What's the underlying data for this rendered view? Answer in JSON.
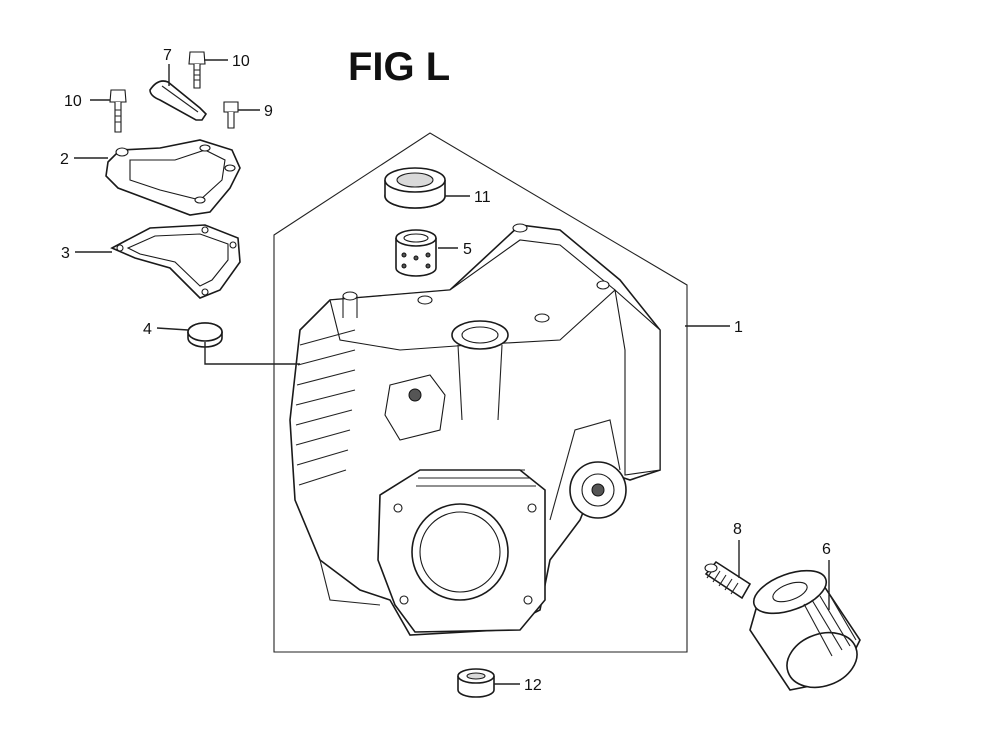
{
  "figure": {
    "title": "FIG L"
  },
  "callouts": [
    {
      "id": "c1",
      "label": "1"
    },
    {
      "id": "c2",
      "label": "2"
    },
    {
      "id": "c3",
      "label": "3"
    },
    {
      "id": "c4",
      "label": "4"
    },
    {
      "id": "c5",
      "label": "5"
    },
    {
      "id": "c6",
      "label": "6"
    },
    {
      "id": "c7",
      "label": "7"
    },
    {
      "id": "c8",
      "label": "8"
    },
    {
      "id": "c9",
      "label": "9"
    },
    {
      "id": "c10a",
      "label": "10"
    },
    {
      "id": "c10b",
      "label": "10"
    },
    {
      "id": "c11",
      "label": "11"
    },
    {
      "id": "c12",
      "label": "12"
    }
  ]
}
